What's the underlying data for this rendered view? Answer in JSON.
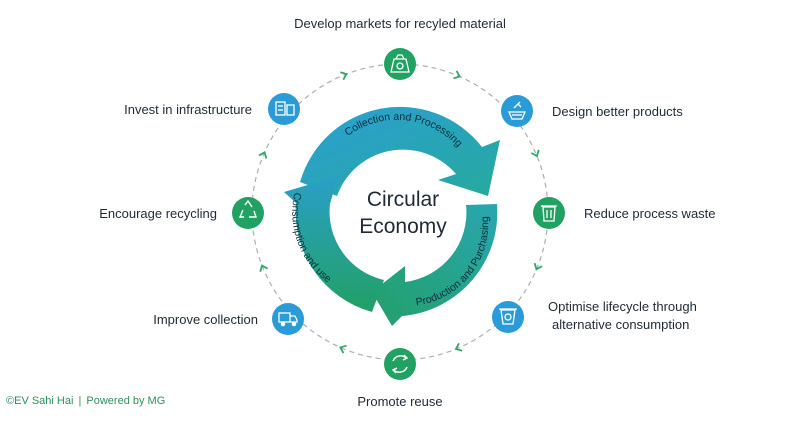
{
  "diagram": {
    "center": {
      "line1": "Circular",
      "line2": "Economy"
    },
    "arcs": {
      "collection": "Collection and Processing",
      "production": "Production and Purchasing",
      "consumption": "Consumption and use"
    },
    "nodes": [
      {
        "id": "develop-markets",
        "label": "Develop markets for recyled material",
        "color": "#22a262",
        "icon": "recycle-bag-icon"
      },
      {
        "id": "design-products",
        "label": "Design better products",
        "color": "#2b9bd8",
        "icon": "design-product-icon"
      },
      {
        "id": "reduce-waste",
        "label": "Reduce process waste",
        "color": "#22a262",
        "icon": "trash-bin-icon"
      },
      {
        "id": "optimise-lifecycle",
        "label_lines": [
          "Optimise lifecycle through",
          "alternative consumption"
        ],
        "color": "#2b9bd8",
        "icon": "recycle-bin-icon"
      },
      {
        "id": "promote-reuse",
        "label": "Promote reuse",
        "color": "#22a262",
        "icon": "reuse-arrows-icon"
      },
      {
        "id": "improve-collection",
        "label": "Improve collection",
        "color": "#2b9bd8",
        "icon": "garbage-truck-icon"
      },
      {
        "id": "encourage-recycling",
        "label": "Encourage recycling",
        "color": "#22a262",
        "icon": "recycle-symbol-icon"
      },
      {
        "id": "invest-infrastructure",
        "label": "Invest in infrastructure",
        "color": "#2b9bd8",
        "icon": "infrastructure-icon"
      }
    ]
  },
  "footer": {
    "credit": "©EV Sahi Hai",
    "powered": "Powered by MG",
    "separator": "|"
  },
  "colors": {
    "green": "#22a262",
    "blue": "#2b9bd8",
    "ring_teal": "#29a3b8",
    "dashed": "#9aa0a6",
    "chevron": "#2ea86a"
  }
}
